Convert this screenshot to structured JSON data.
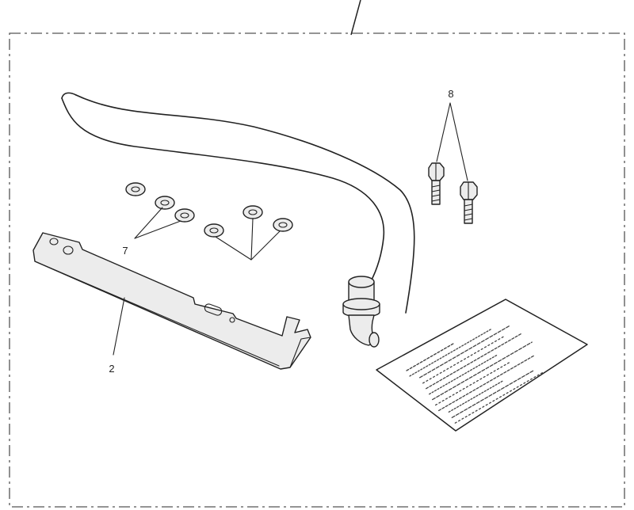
{
  "callouts": {
    "bracket": "2",
    "washers": "7",
    "bolts": "8"
  },
  "colors": {
    "line": "#222222",
    "background": "#ffffff",
    "part_shading": "#ececec"
  }
}
